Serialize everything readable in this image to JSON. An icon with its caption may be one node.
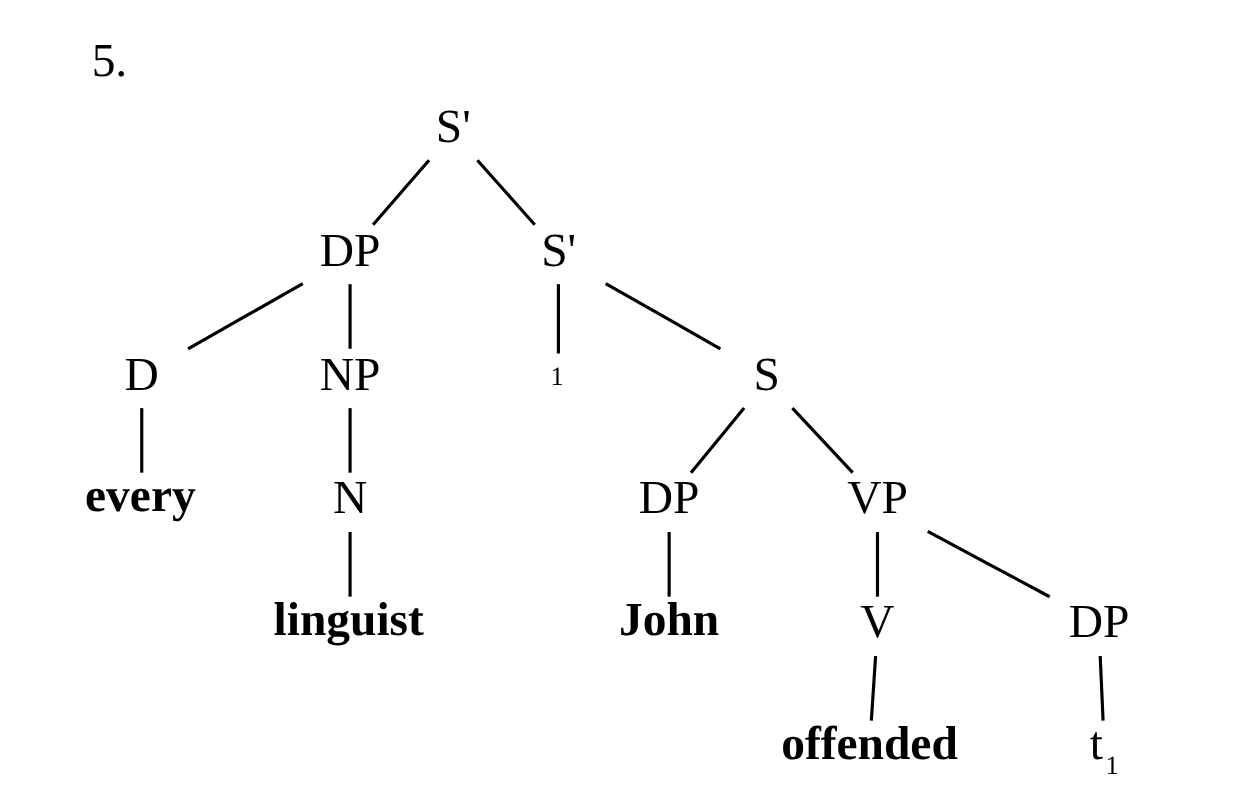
{
  "diagram": {
    "title": "5.",
    "nodes": [
      {
        "text": [
          "S'"
        ]
      },
      {
        "text": [
          "DP"
        ]
      },
      {
        "text": [
          "S'"
        ]
      },
      {
        "text": [
          "D"
        ]
      },
      {
        "text": [
          "NP"
        ]
      },
      {
        "text": [
          "1"
        ]
      },
      {
        "text": [
          "S"
        ]
      },
      {
        "text": [
          "every"
        ]
      },
      {
        "text": [
          "N"
        ]
      },
      {
        "text": [
          "DP"
        ]
      },
      {
        "text": [
          "VP"
        ]
      },
      {
        "text": [
          "linguist"
        ]
      },
      {
        "text": [
          "John"
        ]
      },
      {
        "text": [
          "V"
        ]
      },
      {
        "text": [
          "DP"
        ]
      },
      {
        "text": [
          "offended"
        ]
      },
      {
        "text": [
          "t$_{1}$"
        ]
      }
    ],
    "edges": [
      {
        "from": 0,
        "to": 1,
        "arrow": "none"
      },
      {
        "from": 0,
        "to": 2,
        "arrow": "none"
      },
      {
        "from": 1,
        "to": 3,
        "arrow": "none"
      },
      {
        "from": 1,
        "to": 4,
        "arrow": "none"
      },
      {
        "from": 2,
        "to": 5,
        "arrow": "none"
      },
      {
        "from": 2,
        "to": 6,
        "arrow": "none"
      },
      {
        "from": 3,
        "to": 7,
        "arrow": "none"
      },
      {
        "from": 4,
        "to": 8,
        "arrow": "none"
      },
      {
        "from": 6,
        "to": 9,
        "arrow": "none"
      },
      {
        "from": 6,
        "to": 10,
        "arrow": "none"
      },
      {
        "from": 8,
        "to": 11,
        "arrow": "none"
      },
      {
        "from": 9,
        "to": 12,
        "arrow": "none"
      },
      {
        "from": 10,
        "to": 13,
        "arrow": "none"
      },
      {
        "from": 10,
        "to": 14,
        "arrow": "none"
      },
      {
        "from": 13,
        "to": 15,
        "arrow": "none"
      },
      {
        "from": 14,
        "to": 16,
        "arrow": "none"
      }
    ]
  }
}
